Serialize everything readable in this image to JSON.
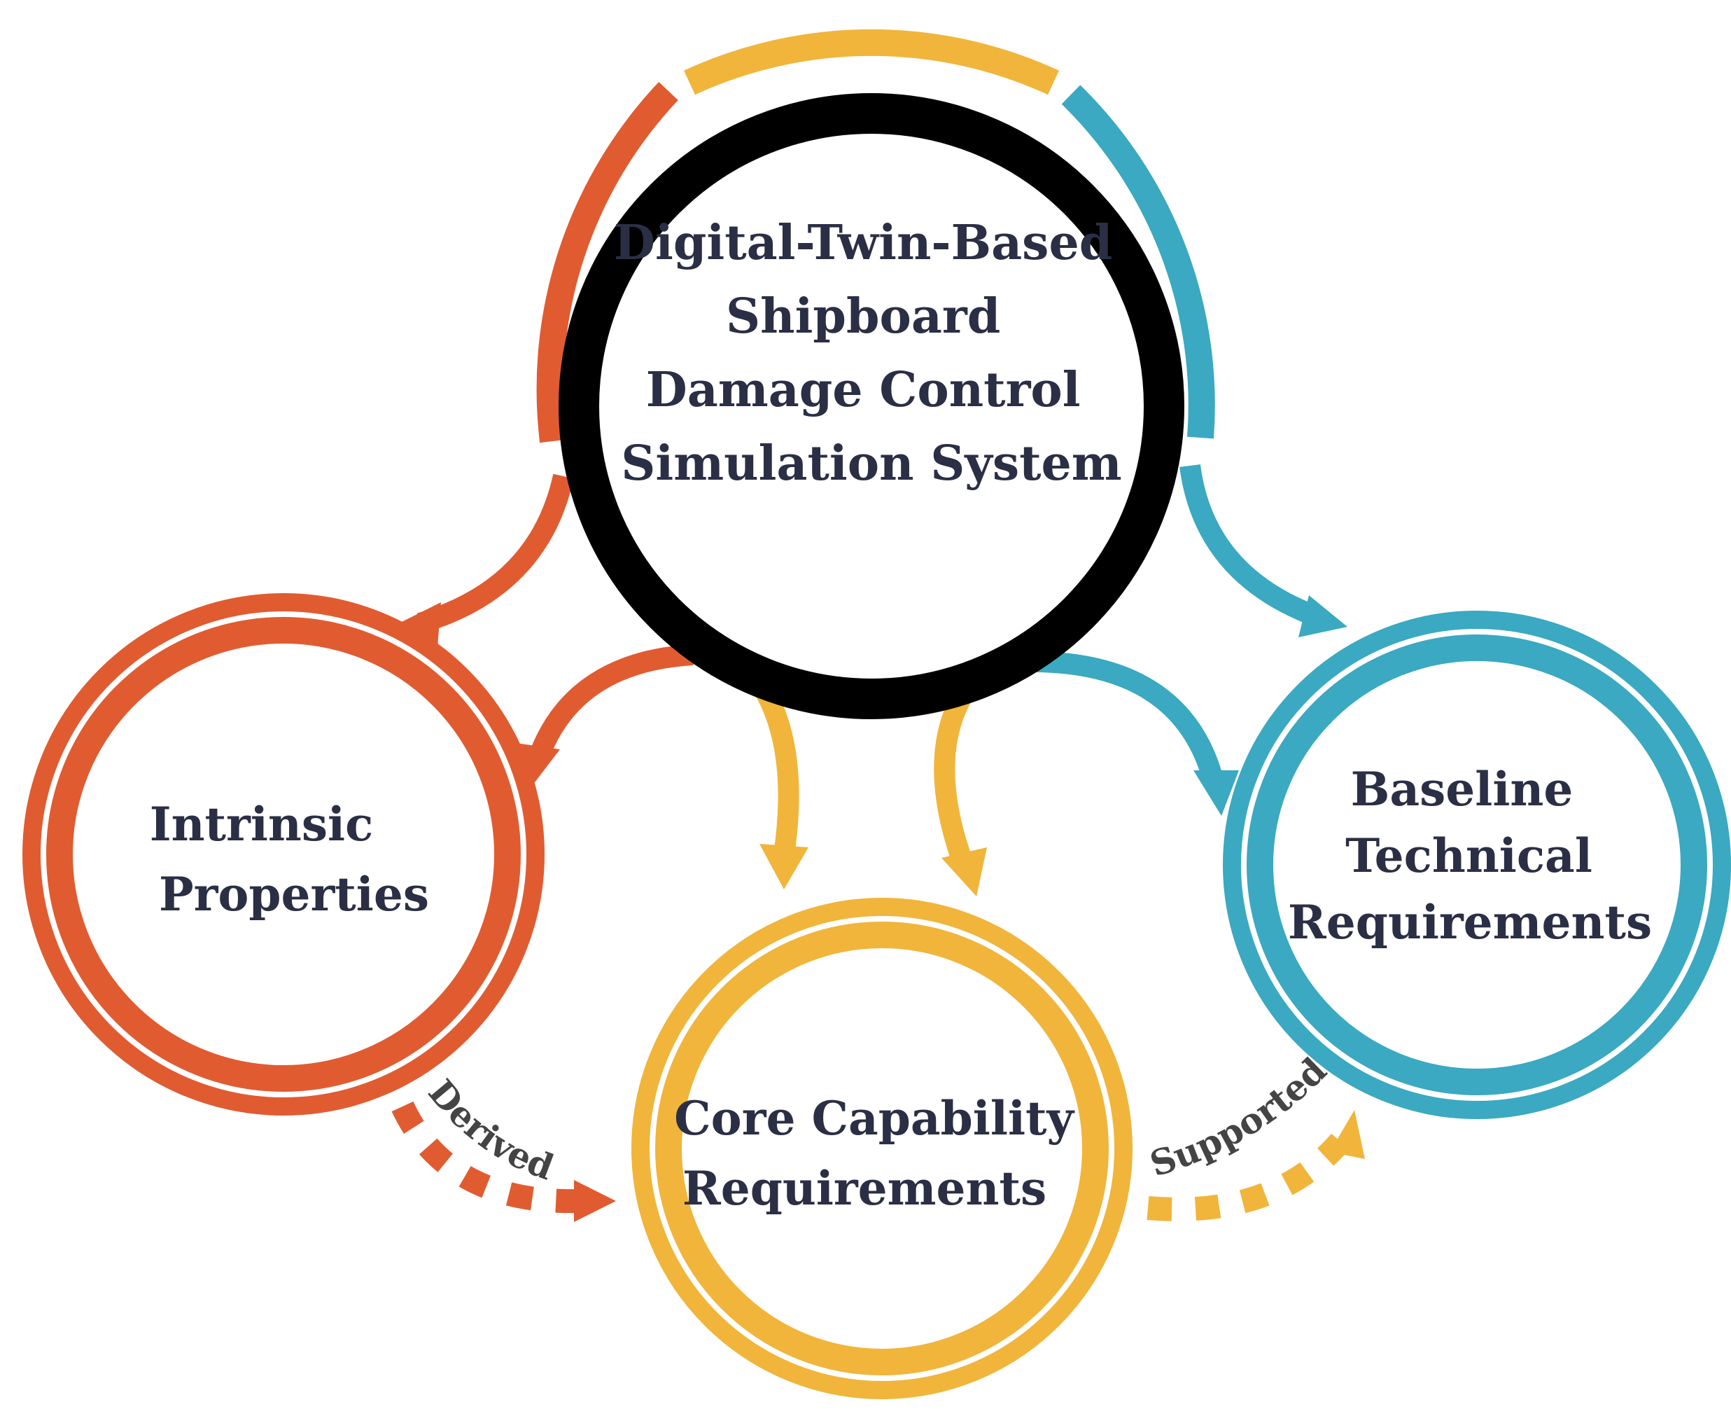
{
  "nodes": {
    "center": {
      "lines": [
        "Digital-Twin-Based",
        "Shipboard",
        "Damage Control",
        "Simulation System"
      ],
      "ring_color": "#000000"
    },
    "left": {
      "lines": [
        "Intrinsic",
        "Properties"
      ],
      "ring_color": "#e15b31"
    },
    "bottom": {
      "lines": [
        "Core Capability",
        "Requirements"
      ],
      "ring_color": "#f0b53a"
    },
    "right": {
      "lines": [
        "Baseline",
        "Technical",
        "Requirements"
      ],
      "ring_color": "#3aa9c1"
    }
  },
  "edges": {
    "derived": {
      "label": "Derived",
      "color": "#e15b31"
    },
    "supported": {
      "label": "Supported",
      "color": "#f0b53a"
    }
  },
  "colors": {
    "orange": "#e15b31",
    "yellow": "#f0b53a",
    "teal": "#3aa9c1",
    "black": "#000000"
  }
}
